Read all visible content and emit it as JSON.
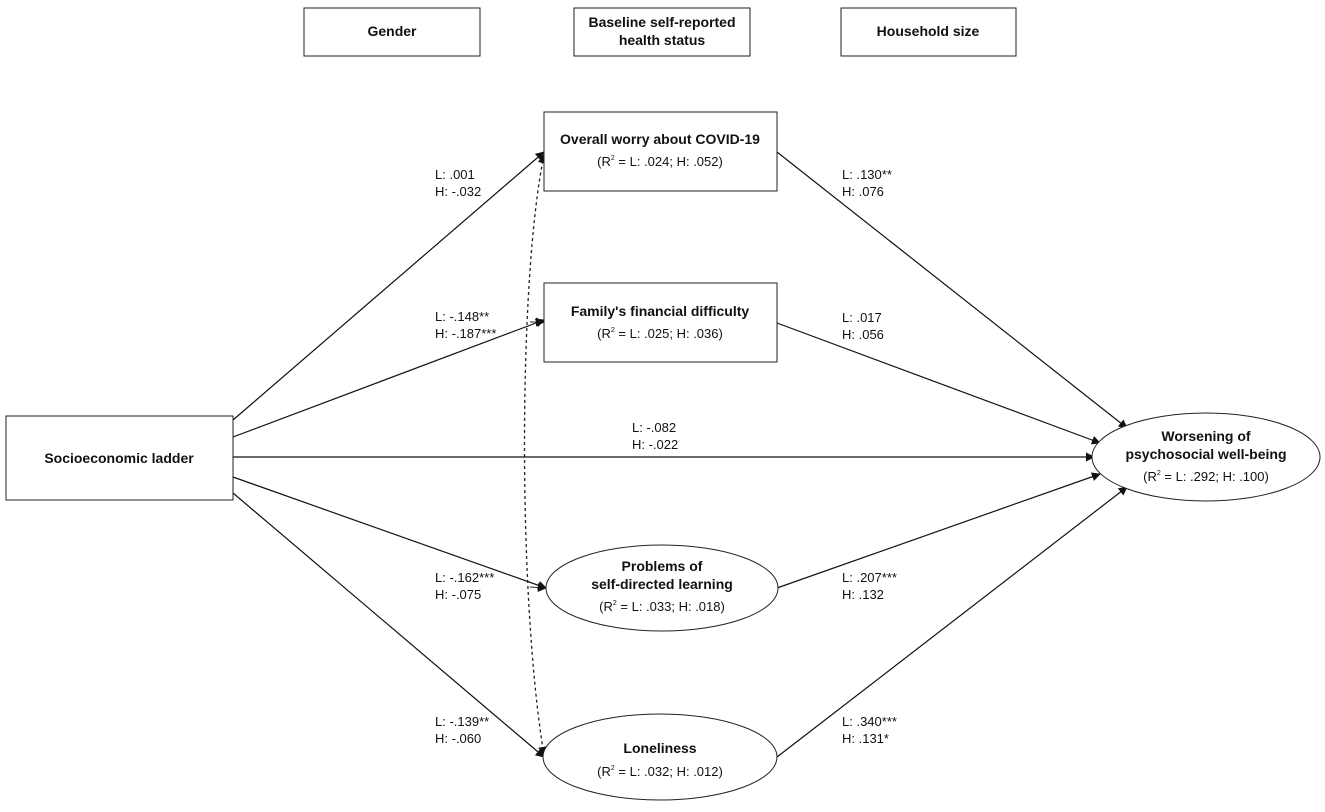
{
  "covariates": [
    {
      "label": "Gender"
    },
    {
      "label_line1": "Baseline self-reported",
      "label_line2": "health status"
    },
    {
      "label": "Household size"
    }
  ],
  "nodes": {
    "ses": {
      "label": "Socioeconomic ladder"
    },
    "worry": {
      "label": "Overall worry about COVID-19",
      "r2_open": "(R",
      "r2_sup": "2",
      "r2_rest": " = L: .024; H: .052)"
    },
    "financial": {
      "label": "Family's financial difficulty",
      "r2_open": "(R",
      "r2_sup": "2",
      "r2_rest": " = L: .025; H: .036)"
    },
    "learning": {
      "label_line1": "Problems of",
      "label_line2": "self-directed learning",
      "r2_open": "(R",
      "r2_sup": "2",
      "r2_rest": " = L: .033; H: .018)"
    },
    "loneliness": {
      "label": "Loneliness",
      "r2_open": "(R",
      "r2_sup": "2",
      "r2_rest": " = L: .032; H: .012)"
    },
    "outcome": {
      "label_line1": "Worsening of",
      "label_line2": "psychosocial well-being",
      "r2_open": "(R",
      "r2_sup": "2",
      "r2_rest": " = L: .292; H: .100)"
    }
  },
  "paths": {
    "ses_worry": {
      "L": "L: .001",
      "H": "H: -.032"
    },
    "ses_financial": {
      "L": "L: -.148**",
      "H": "H: -.187***"
    },
    "ses_outcome": {
      "L": "L: -.082",
      "H": "H: -.022"
    },
    "ses_learning": {
      "L": "L: -.162***",
      "H": "H: -.075"
    },
    "ses_loneliness": {
      "L": "L: -.139**",
      "H": "H: -.060"
    },
    "worry_outcome": {
      "L": "L: .130**",
      "H": "H: .076"
    },
    "financial_outcome": {
      "L": "L: .017",
      "H": "H: .056"
    },
    "learning_outcome": {
      "L": "L: .207***",
      "H": "H: .132"
    },
    "loneliness_outcome": {
      "L": "L: .340***",
      "H": "H: .131*"
    }
  }
}
